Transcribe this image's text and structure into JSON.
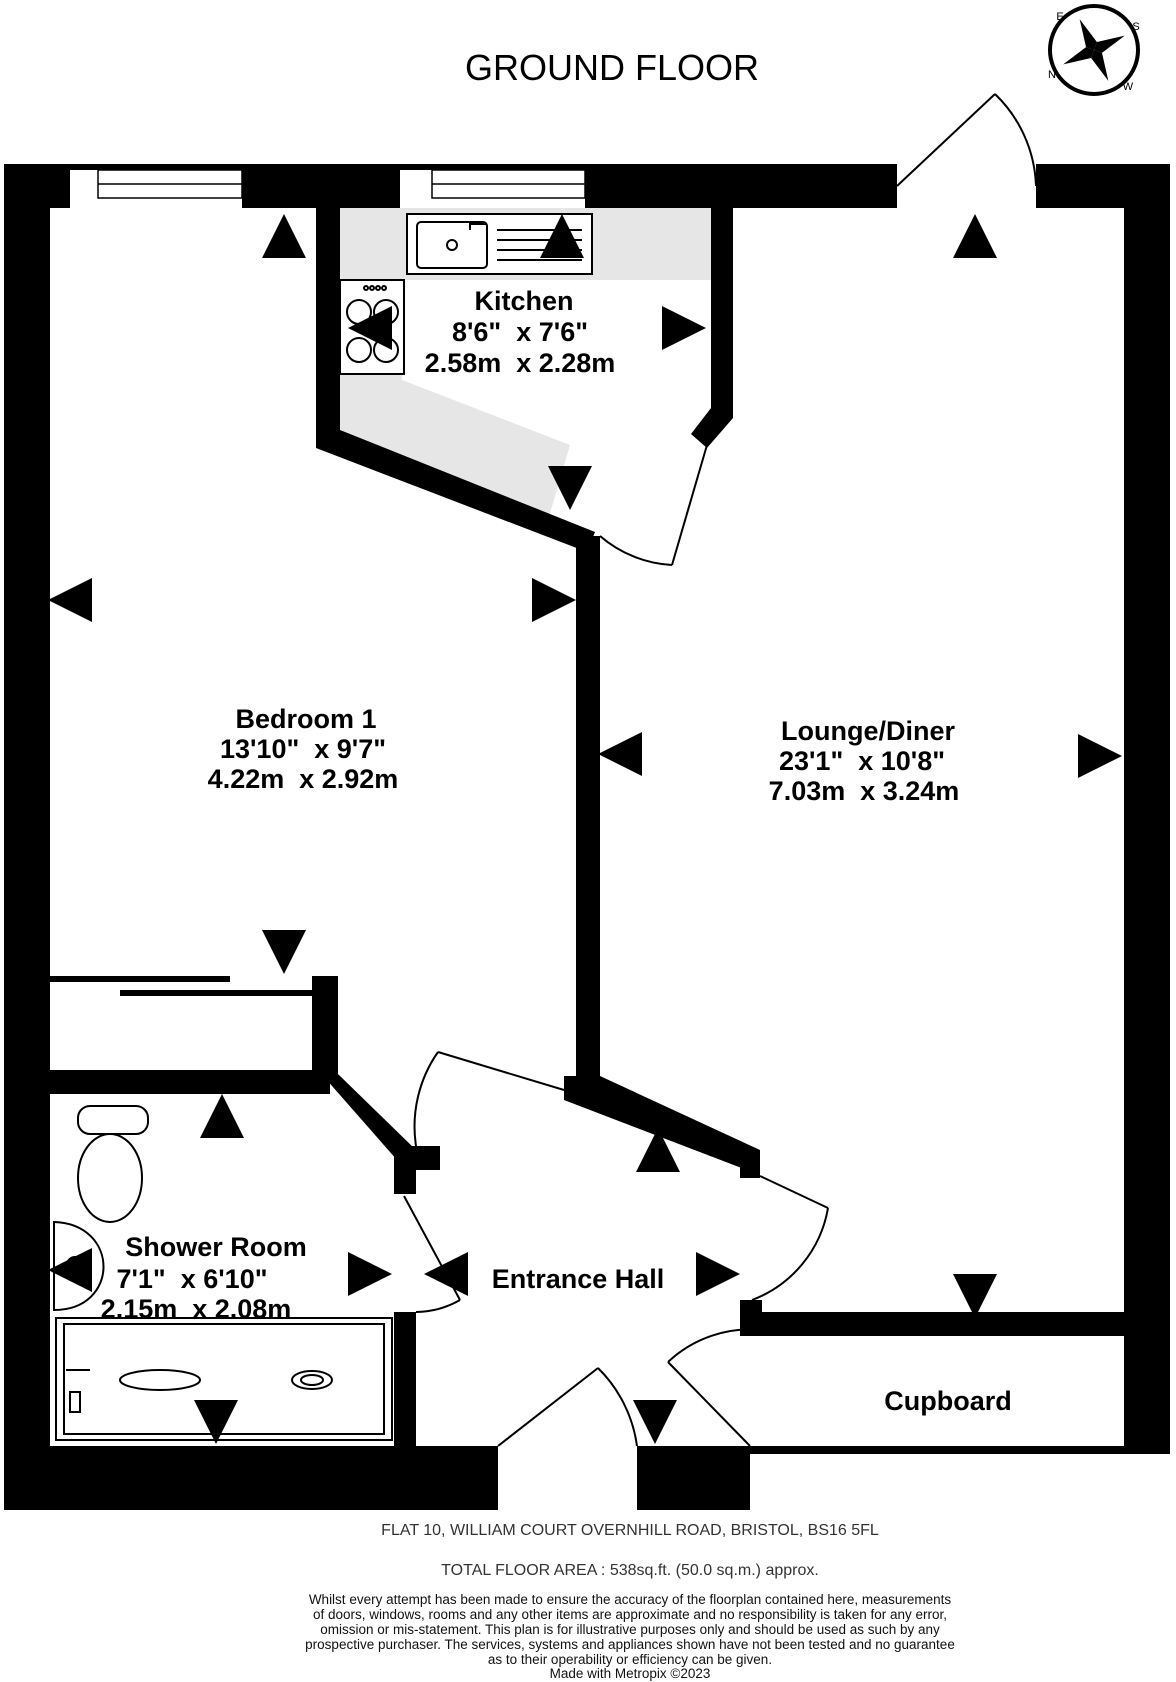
{
  "floor_title": "GROUND FLOOR",
  "compass": {
    "icon": "compass-rose-icon",
    "letters": [
      "N",
      "E",
      "S",
      "W"
    ]
  },
  "rooms": {
    "kitchen": {
      "name": "Kitchen",
      "imperial": "8'6\"  x 7'6\"",
      "metric": "2.58m  x 2.28m"
    },
    "bedroom1": {
      "name": "Bedroom 1",
      "imperial": "13'10\"  x 9'7\"",
      "metric": "4.22m  x 2.92m"
    },
    "lounge": {
      "name": "Lounge/Diner",
      "imperial": "23'1\"  x 10'8\"",
      "metric": "7.03m  x 3.24m"
    },
    "shower": {
      "name": "Shower Room",
      "imperial": "7'1\"  x 6'10\"",
      "metric": "2.15m  x 2.08m"
    },
    "hall": {
      "name": "Entrance Hall"
    },
    "cupboard": {
      "name": "Cupboard"
    }
  },
  "footer": {
    "address": "FLAT 10, WILLIAM COURT OVERNHILL ROAD, BRISTOL, BS16 5FL",
    "area": "TOTAL FLOOR AREA : 538sq.ft. (50.0 sq.m.) approx.",
    "disclaimer": [
      "Whilst every attempt has been made to ensure the accuracy of the floorplan contained here, measurements",
      "of doors, windows, rooms and any other items are approximate and no responsibility is taken for any error,",
      "omission or mis-statement. This plan is for illustrative purposes only and should be used as such by any",
      "prospective purchaser. The services, systems and appliances shown have not been tested and no guarantee",
      "as to their operability or efficiency can be given."
    ],
    "credit": "Made with Metropix ©2023"
  },
  "colors": {
    "wall": "#000000",
    "kitchen_floor": "#e6e6e6",
    "background": "#ffffff"
  }
}
